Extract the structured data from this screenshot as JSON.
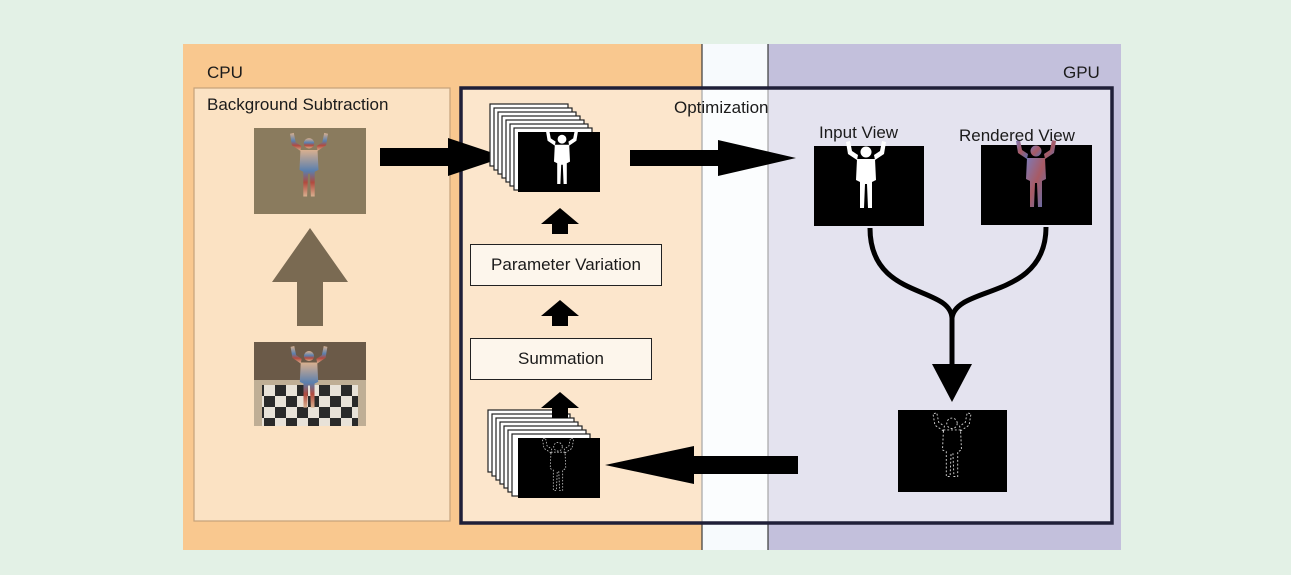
{
  "cpu_region": {
    "label": "CPU",
    "color": "#f9c88f"
  },
  "gpu_region": {
    "label": "GPU",
    "color": "#c3c0dc"
  },
  "background_subtraction": {
    "label": "Background Subtraction"
  },
  "optimization": {
    "label": "Optimization"
  },
  "input_view": {
    "label": "Input View"
  },
  "rendered_view": {
    "label": "Rendered View"
  },
  "parameter_variation": {
    "label": "Parameter Variation"
  },
  "summation": {
    "label": "Summation"
  },
  "colors": {
    "panel_bg": "#e3f1e6",
    "arrow": "#000000",
    "photo_arrow": "#7a6a52",
    "thumbnail_bg": "#000000"
  }
}
